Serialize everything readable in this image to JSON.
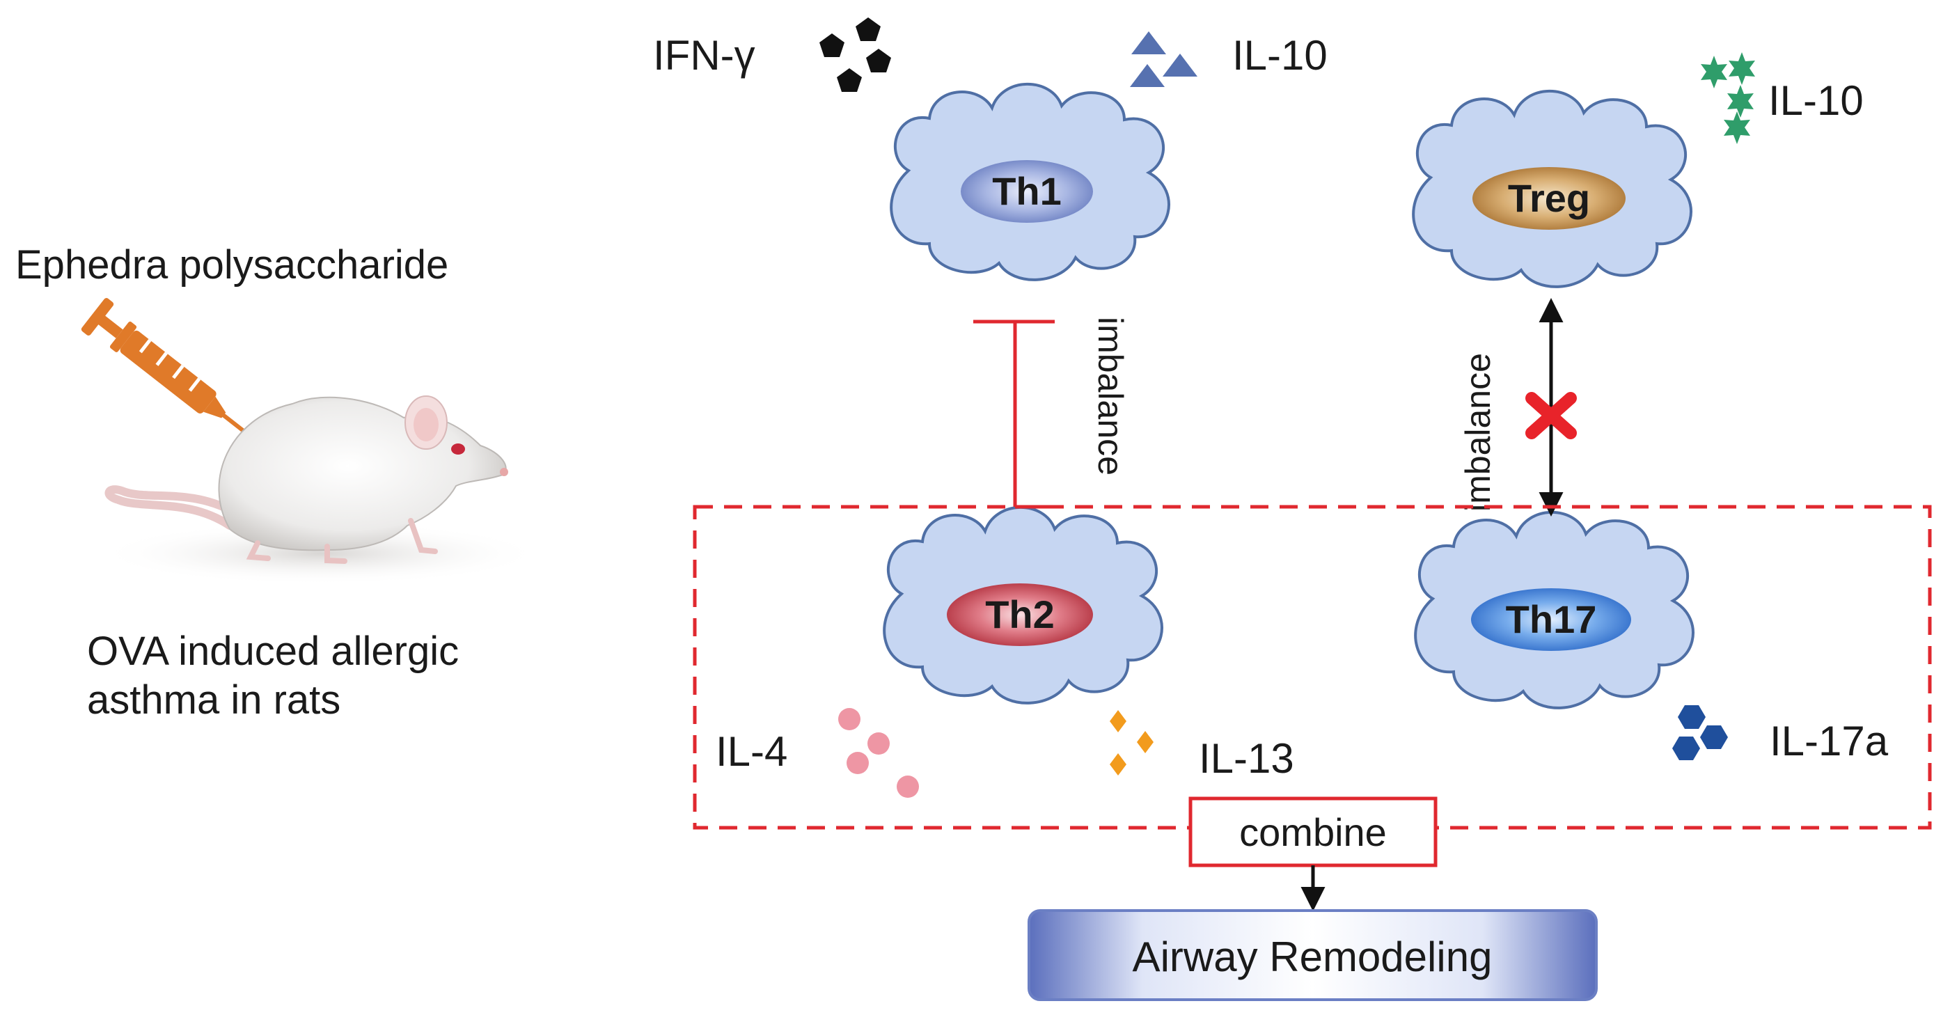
{
  "left_panel": {
    "treatment_label": "Ephedra polysaccharide",
    "model_label_line1": "OVA induced allergic",
    "model_label_line2": "asthma in rats"
  },
  "cells": {
    "th1": "Th1",
    "treg": "Treg",
    "th2": "Th2",
    "th17": "Th17"
  },
  "cytokines": {
    "ifn_gamma": "IFN-γ",
    "il10_th1": "IL-10",
    "il10_treg": "IL-10",
    "il4": "IL-4",
    "il13": "IL-13",
    "il17a": "IL-17a"
  },
  "relations": {
    "th1_th2": "imbalance",
    "treg_th17": "imbalance"
  },
  "combine_label": "combine",
  "outcome_label": "Airway Remodeling",
  "colors": {
    "cloud_fill": "#c6d6f2",
    "cloud_stroke": "#4f6fa5",
    "th1_core": "#7c8fc9",
    "treg_core": "#c08d4c",
    "th2_core": "#c44a5a",
    "th17_core": "#3f7fd6",
    "ifn_gamma_marker": "#111111",
    "il10_th1_marker": "#5671b0",
    "il10_treg_marker": "#2f9d6a",
    "il4_marker": "#ee96a4",
    "il13_marker": "#f29b1d",
    "il17a_marker": "#1f4f9c",
    "dashed_box": "#e0282f",
    "syringe": "#e07a29",
    "outcome_box": "#6b7fc4"
  }
}
